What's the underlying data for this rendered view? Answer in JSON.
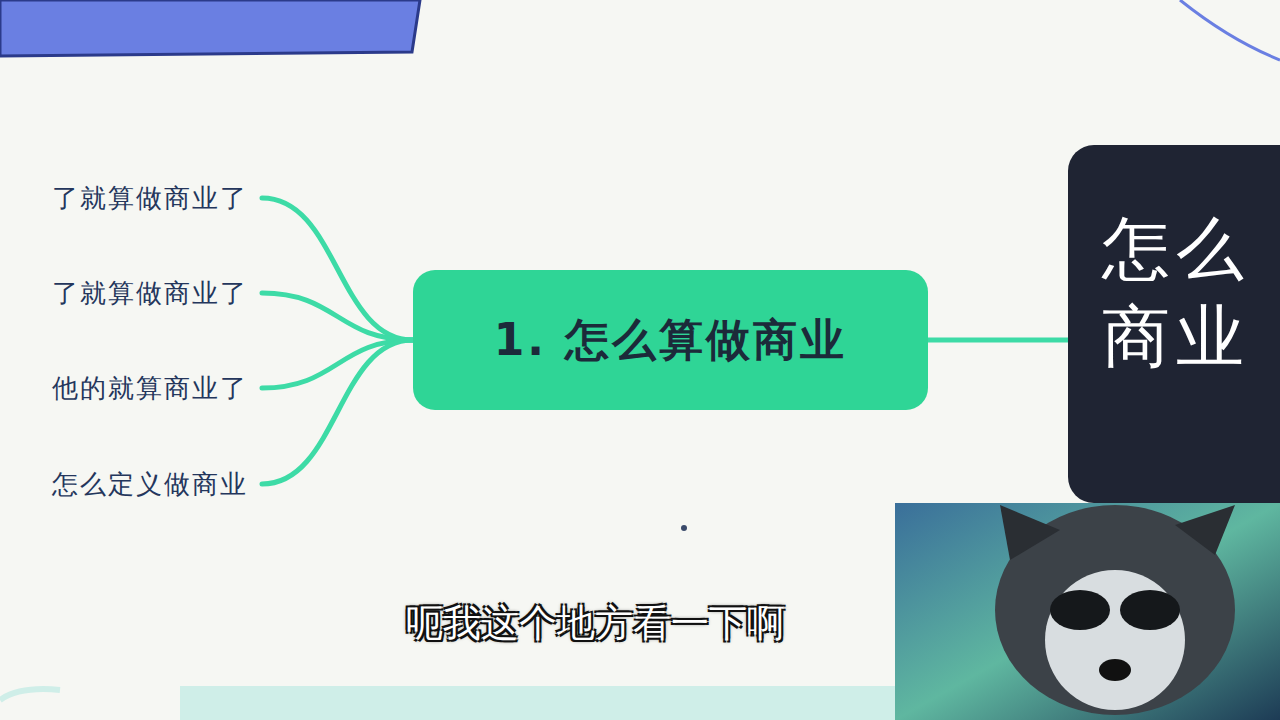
{
  "diagram": {
    "nodes": [
      {
        "text": [
          "了就算做商业了"
        ]
      },
      {
        "text": [
          "了就算做商业了"
        ]
      },
      {
        "text": [
          "他的就算商业了"
        ]
      },
      {
        "text": [
          "怎么定义做商业"
        ]
      },
      {
        "text": [
          "1. 怎么算做商业"
        ]
      },
      {
        "text": [
          "怎么 商业"
        ]
      }
    ],
    "edges": [
      {
        "from": 4,
        "to": 0,
        "arrow": "none"
      },
      {
        "from": 4,
        "to": 1,
        "arrow": "none"
      },
      {
        "from": 4,
        "to": 2,
        "arrow": "none"
      },
      {
        "from": 4,
        "to": 3,
        "arrow": "none"
      },
      {
        "from": 4,
        "to": 5,
        "arrow": "none"
      }
    ],
    "labels": [
      "呃我这个地方看一下啊"
    ]
  }
}
